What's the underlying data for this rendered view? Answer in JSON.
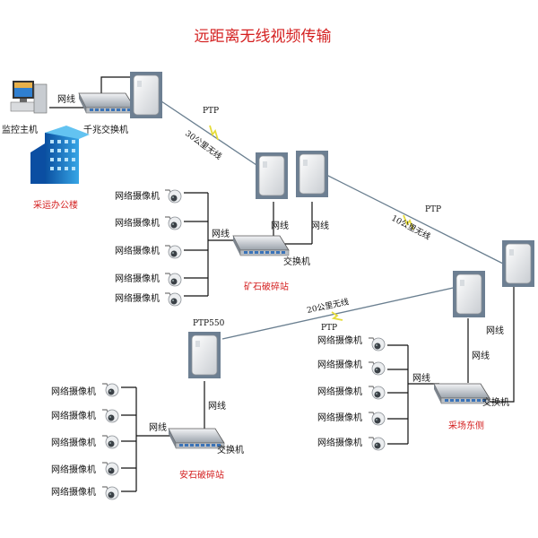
{
  "title": "远距离无线视频传输",
  "monitor_host": "监控主机",
  "gigabit_switch": "千兆交换机",
  "office": "采运办公楼",
  "net": "网线",
  "camera": "网络摄像机",
  "switch": "交换机",
  "ptp": "PTP",
  "ptp550": "PTP550",
  "link_30km": "30公里无线",
  "link_10km": "10公里无线",
  "link_20km": "20公里无线",
  "site_ore": "矿石破碎站",
  "site_andesite": "安石破碎站",
  "site_east": "采场东侧"
}
